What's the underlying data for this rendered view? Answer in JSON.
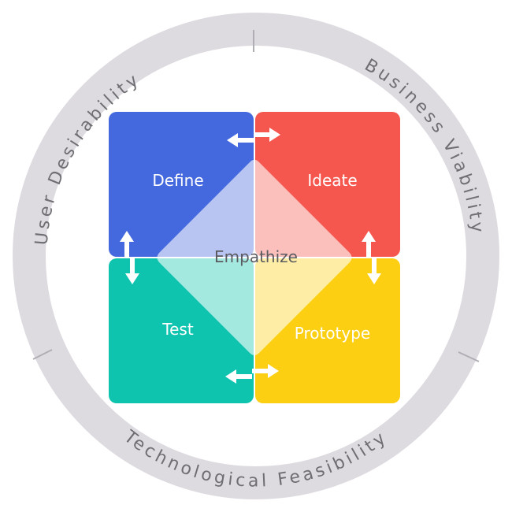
{
  "colors": {
    "ring": "#dddbe0",
    "ring_divider": "#b0aeb4",
    "ring_text": "#6f6e73",
    "define": "#4468dd",
    "ideate": "#f5574f",
    "test": "#0fc4af",
    "prototype": "#fccf12",
    "center_fill": "#ffffff",
    "center_text": "#5a5a5f",
    "arrow": "#ffffff"
  },
  "ring": {
    "left_label": "User Desirability",
    "right_label": "Business Viability",
    "bottom_label": "Technological Feasibility"
  },
  "quadrants": {
    "define": "Define",
    "ideate": "Ideate",
    "test": "Test",
    "prototype": "Prototype"
  },
  "center": {
    "label": "Empathize"
  }
}
